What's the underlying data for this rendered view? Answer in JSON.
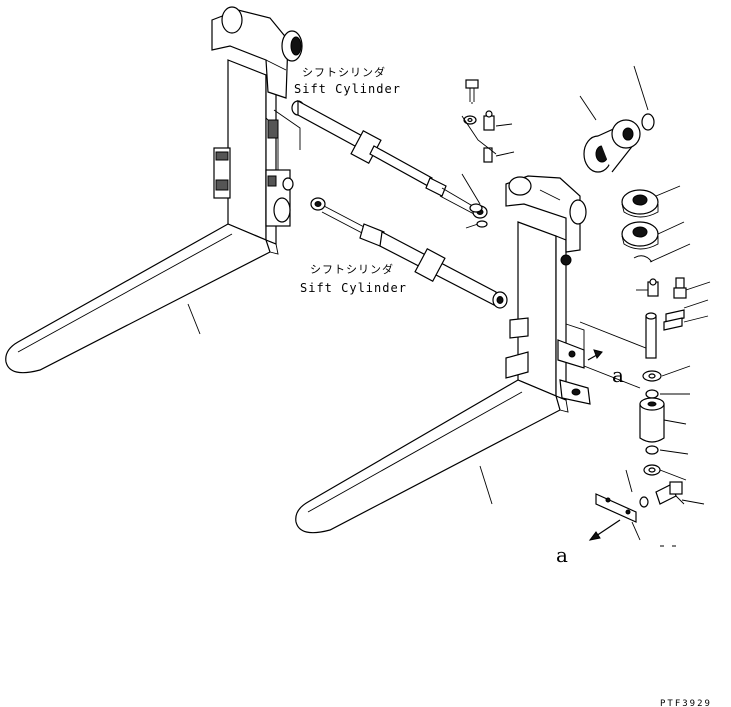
{
  "labels": {
    "upper_jp": "シフトシリンダ",
    "upper_en": "Sift Cylinder",
    "lower_jp": "シフトシリンダ",
    "lower_en": "Sift Cylinder",
    "ref_right": "a",
    "ref_bottom": "a"
  },
  "drawing_code": "PTF3929"
}
